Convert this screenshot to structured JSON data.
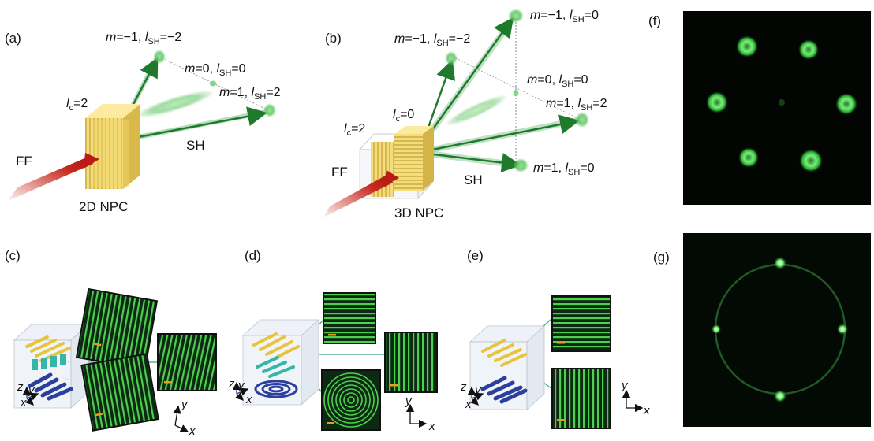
{
  "panels": {
    "a": {
      "label": "(a)",
      "orders": [
        {
          "m": "−1",
          "l": "−2"
        },
        {
          "m": "0",
          "l": "0"
        },
        {
          "m": "1",
          "l": "2"
        }
      ],
      "lc": "2",
      "ff": "FF",
      "sh": "SH",
      "crystal": "2D NPC"
    },
    "b": {
      "label": "(b)",
      "orders": [
        {
          "m": "−1",
          "l": "−2"
        },
        {
          "m": "−1",
          "l": "0"
        },
        {
          "m": "0",
          "l": "0"
        },
        {
          "m": "1",
          "l": "2"
        },
        {
          "m": "1",
          "l": "0"
        }
      ],
      "lc_top": "0",
      "lc_bottom": "2",
      "ff": "FF",
      "sh": "SH",
      "crystal": "3D NPC"
    },
    "c": {
      "label": "(c)"
    },
    "d": {
      "label": "(d)"
    },
    "e": {
      "label": "(e)"
    },
    "f": {
      "label": "(f)"
    },
    "g": {
      "label": "(g)"
    }
  },
  "symbols": {
    "m": "m",
    "eq": "=",
    "sep": ", ",
    "l": "l",
    "sh_sub": "SH",
    "c_sub": "c"
  },
  "axes": {
    "x": "x",
    "y": "y",
    "z": "z"
  },
  "colors": {
    "crystal_gold": "#e9cf5a",
    "beam_green": "#2e9a3e",
    "ff_red": "#c8281e",
    "grating_blue": "#2c3f9c",
    "grating_teal": "#2fb5a5",
    "micro_green": "#4fcf4f",
    "scale_bar": "#f09a1a"
  }
}
